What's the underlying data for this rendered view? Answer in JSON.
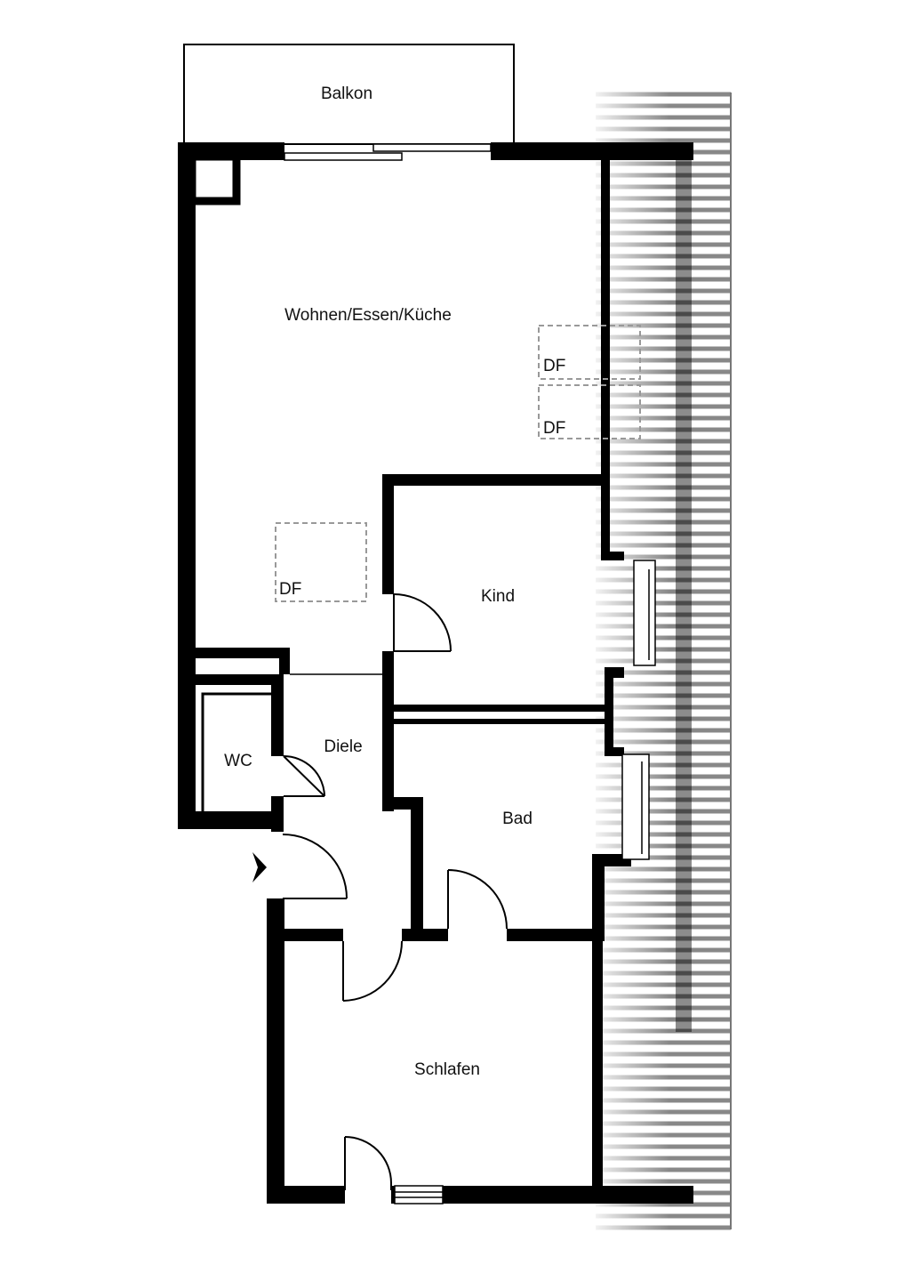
{
  "rooms": {
    "balkon": "Balkon",
    "wohnen": "Wohnen/Essen/Küche",
    "kind": "Kind",
    "wc": "WC",
    "diele": "Diele",
    "bad": "Bad",
    "schlafen": "Schlafen"
  },
  "skylights": {
    "df_1": "DF",
    "df_2": "DF",
    "df_3": "DF"
  },
  "colors": {
    "wall": "#000000",
    "roof_stripe": "#888888",
    "dashed": "#999999"
  },
  "icons": {
    "entrance": "entrance-arrow-icon"
  }
}
